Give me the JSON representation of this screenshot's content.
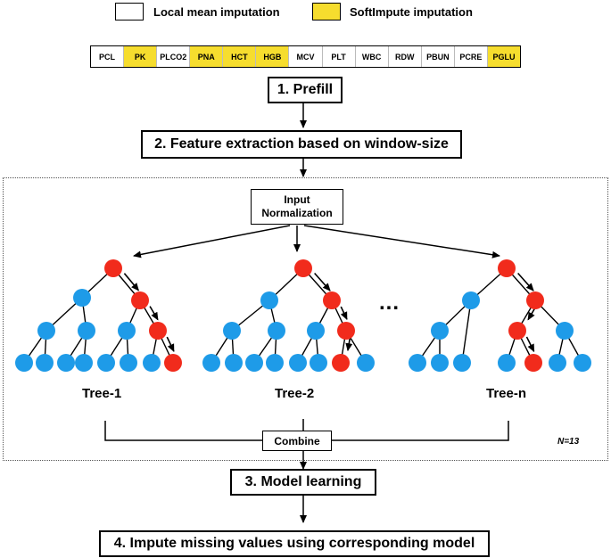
{
  "legend": {
    "local": "Local mean imputation",
    "soft": "SoftImpute imputation",
    "local_color": "#ffffff",
    "soft_color": "#f6dd2e"
  },
  "features": [
    {
      "label": "PCL",
      "soft": false
    },
    {
      "label": "PK",
      "soft": true
    },
    {
      "label": "PLCO2",
      "soft": false
    },
    {
      "label": "PNA",
      "soft": true
    },
    {
      "label": "HCT",
      "soft": true
    },
    {
      "label": "HGB",
      "soft": true
    },
    {
      "label": "MCV",
      "soft": false
    },
    {
      "label": "PLT",
      "soft": false
    },
    {
      "label": "WBC",
      "soft": false
    },
    {
      "label": "RDW",
      "soft": false
    },
    {
      "label": "PBUN",
      "soft": false
    },
    {
      "label": "PCRE",
      "soft": false
    },
    {
      "label": "PGLU",
      "soft": true
    }
  ],
  "steps": {
    "prefill": "1. Prefill",
    "feature_extraction": "2. Feature extraction based on window-size",
    "model_learning": "3. Model learning",
    "impute": "4. Impute missing values using corresponding model"
  },
  "input_norm": {
    "line1": "Input",
    "line2": "Normalization"
  },
  "trees": [
    "Tree-1",
    "Tree-2",
    "Tree-n"
  ],
  "ellipsis": "...",
  "combine": "Combine",
  "n_label": "N=13",
  "colors": {
    "node_blue": "#1e9be8",
    "node_red": "#f12b1c"
  }
}
